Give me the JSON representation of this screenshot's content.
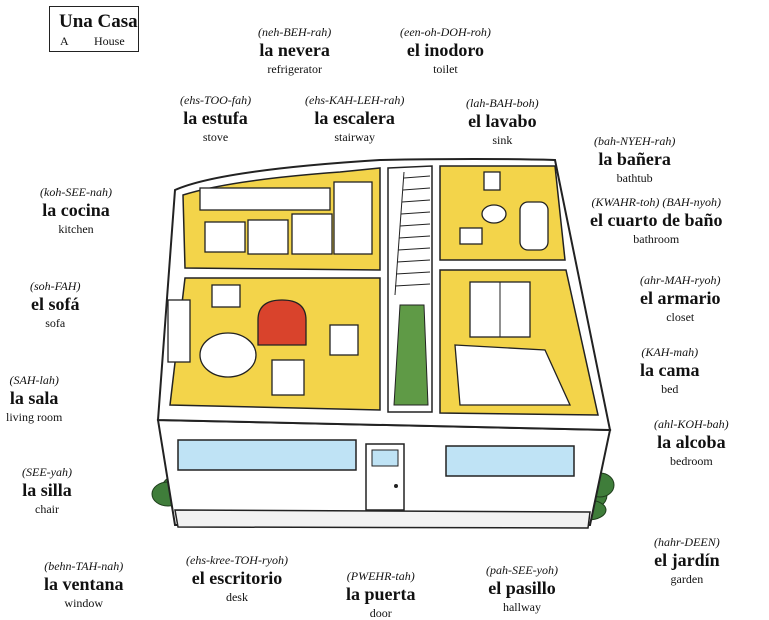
{
  "title": {
    "main": "Una Casa",
    "sub_a": "A",
    "sub_b": "House"
  },
  "labels": [
    {
      "id": "nevera",
      "pron": "(neh-BEH-rah)",
      "word": "la nevera",
      "eng": "refrigerator"
    },
    {
      "id": "inodoro",
      "pron": "(een-oh-DOH-roh)",
      "word": "el inodoro",
      "eng": "toilet"
    },
    {
      "id": "estufa",
      "pron": "(ehs-TOO-fah)",
      "word": "la estufa",
      "eng": "stove"
    },
    {
      "id": "escalera",
      "pron": "(ehs-KAH-LEH-rah)",
      "word": "la escalera",
      "eng": "stairway"
    },
    {
      "id": "lavabo",
      "pron": "(lah-BAH-boh)",
      "word": "el lavabo",
      "eng": "sink"
    },
    {
      "id": "banera",
      "pron": "(bah-NYEH-rah)",
      "word": "la bañera",
      "eng": "bathtub"
    },
    {
      "id": "cocina",
      "pron": "(koh-SEE-nah)",
      "word": "la cocina",
      "eng": "kitchen"
    },
    {
      "id": "cuarto",
      "pron": "(KWAHR-toh) (BAH-nyoh)",
      "word": "el cuarto de baño",
      "eng": "bathroom"
    },
    {
      "id": "sofa",
      "pron": "(soh-FAH)",
      "word": "el sofá",
      "eng": "sofa"
    },
    {
      "id": "armario",
      "pron": "(ahr-MAH-ryoh)",
      "word": "el armario",
      "eng": "closet"
    },
    {
      "id": "cama",
      "pron": "(KAH-mah)",
      "word": "la cama",
      "eng": "bed"
    },
    {
      "id": "sala",
      "pron": "(SAH-lah)",
      "word": "la sala",
      "eng": "living room"
    },
    {
      "id": "alcoba",
      "pron": "(ahl-KOH-bah)",
      "word": "la alcoba",
      "eng": "bedroom"
    },
    {
      "id": "silla",
      "pron": "(SEE-yah)",
      "word": "la silla",
      "eng": "chair"
    },
    {
      "id": "jardin",
      "pron": "(hahr-DEEN)",
      "word": "el jardín",
      "eng": "garden"
    },
    {
      "id": "ventana",
      "pron": "(behn-TAH-nah)",
      "word": "la ventana",
      "eng": "window"
    },
    {
      "id": "escritorio",
      "pron": "(ehs-kree-TOH-ryoh)",
      "word": "el escritorio",
      "eng": "desk"
    },
    {
      "id": "puerta",
      "pron": "(PWEHR-tah)",
      "word": "la puerta",
      "eng": "door"
    },
    {
      "id": "pasillo",
      "pron": "(pah-SEE-yoh)",
      "word": "el pasillo",
      "eng": "hallway"
    }
  ]
}
